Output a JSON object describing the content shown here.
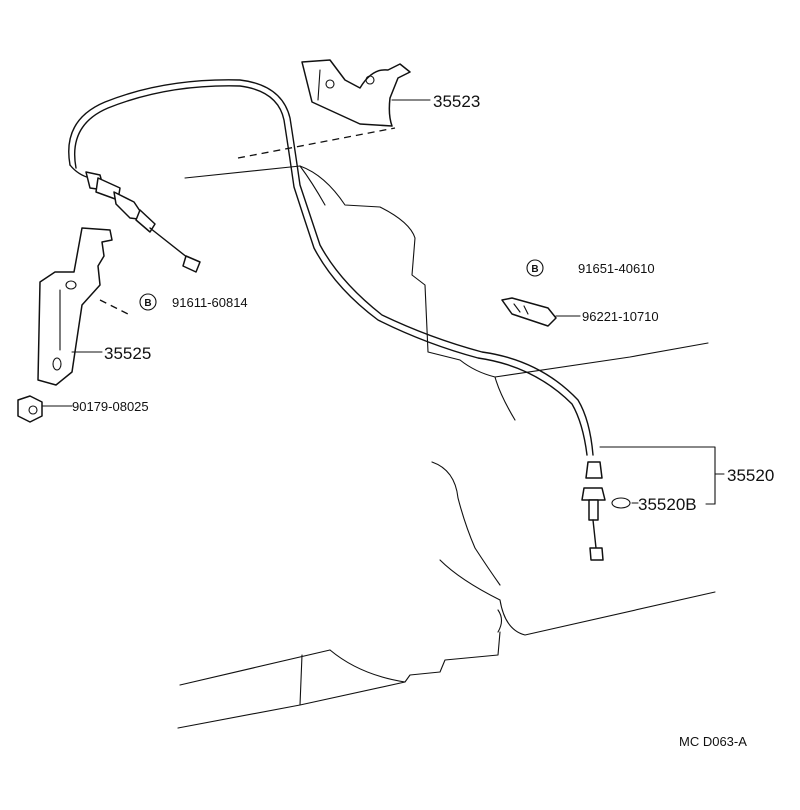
{
  "parts": {
    "p35523": "35523",
    "p35525": "35525",
    "p90179": "90179-08025",
    "p91611": "91611-60814",
    "p91651": "91651-40610",
    "p96221": "96221-10710",
    "p35520": "35520",
    "p35520b": "35520B"
  },
  "badge_letter": "B",
  "footer": {
    "code": "MC  D063-A"
  },
  "colors": {
    "line": "#111111",
    "background": "#ffffff"
  }
}
